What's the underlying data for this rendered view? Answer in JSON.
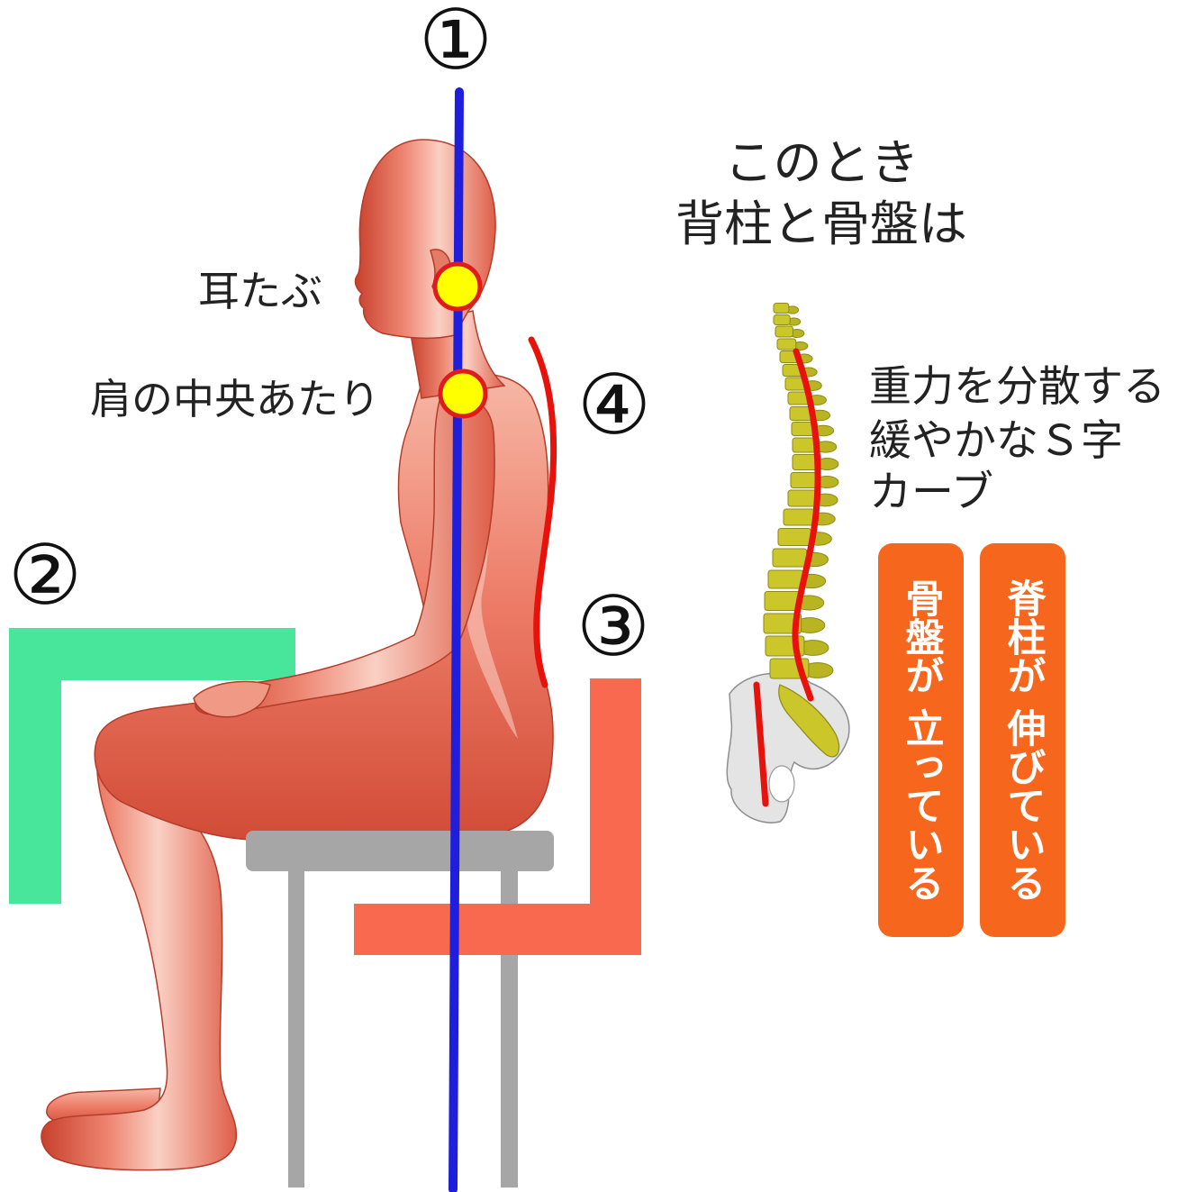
{
  "markers": {
    "one": "①",
    "two": "②",
    "three": "③",
    "four": "④"
  },
  "labels": {
    "earlobe": "耳たぶ",
    "shoulder_center": "肩の中央あたり"
  },
  "heading": {
    "line1": "このとき",
    "line2": "背柱と骨盤は"
  },
  "curve_note": {
    "line1": "重力を分散する",
    "line2": "緩やかなＳ字",
    "line3": "カーブ"
  },
  "badges": [
    {
      "text": "骨盤が 立っている"
    },
    {
      "text": "脊柱が 伸びている"
    }
  ],
  "icons": [
    "seated-figure",
    "spine-pelvis-illustration"
  ],
  "colors": {
    "plumb_line": "#1E1EDC",
    "desk": "#47E69B",
    "backrest": "#F9694F",
    "stool": "#A6A6A6",
    "badge": "#F6671D",
    "marker_fill": "#FFFF00",
    "marker_stroke": "#E01B1B",
    "curve": "#E8120C",
    "vertebra": "#CBC72B",
    "pelvis": "#E4E4E4"
  }
}
